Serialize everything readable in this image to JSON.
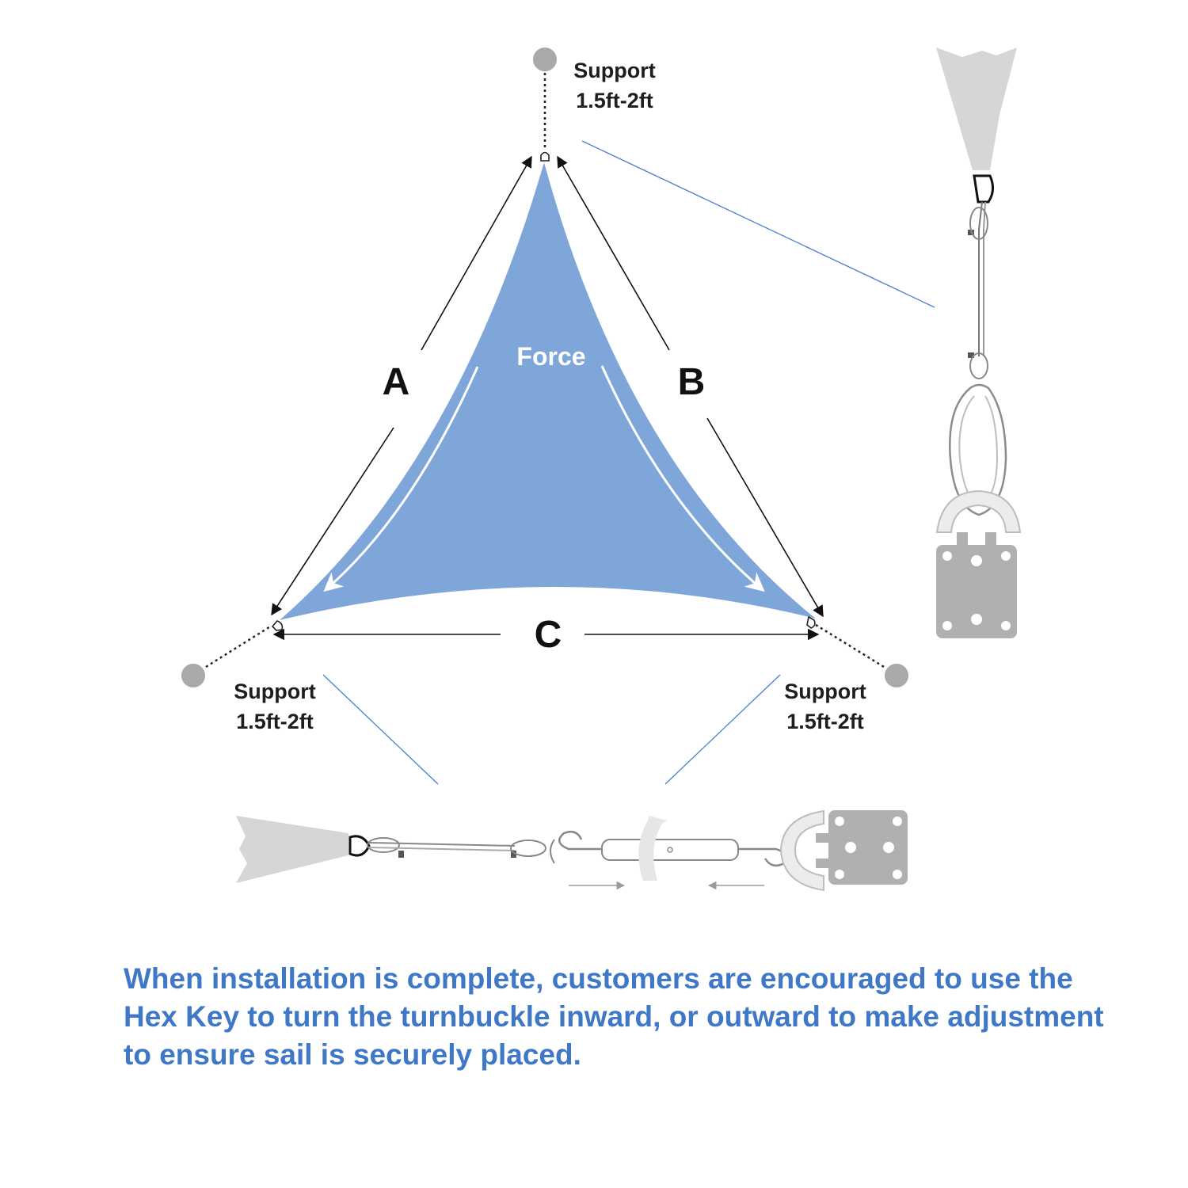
{
  "supports": {
    "top": {
      "title": "Support",
      "distance": "1.5ft-2ft"
    },
    "left": {
      "title": "Support",
      "distance": "1.5ft-2ft"
    },
    "right": {
      "title": "Support",
      "distance": "1.5ft-2ft"
    }
  },
  "sides": {
    "a": "A",
    "b": "B",
    "c": "C"
  },
  "force_label": "Force",
  "caption": "When installation is complete, customers are encouraged to use the Hex Key to turn the turnbuckle inward, or outward to make adjustment to ensure sail is securely placed.",
  "colors": {
    "sail": "#7fa6d9",
    "caption": "#3f78c6",
    "hardware": "#b0b0b0",
    "callout_line": "#4a7fd0"
  }
}
